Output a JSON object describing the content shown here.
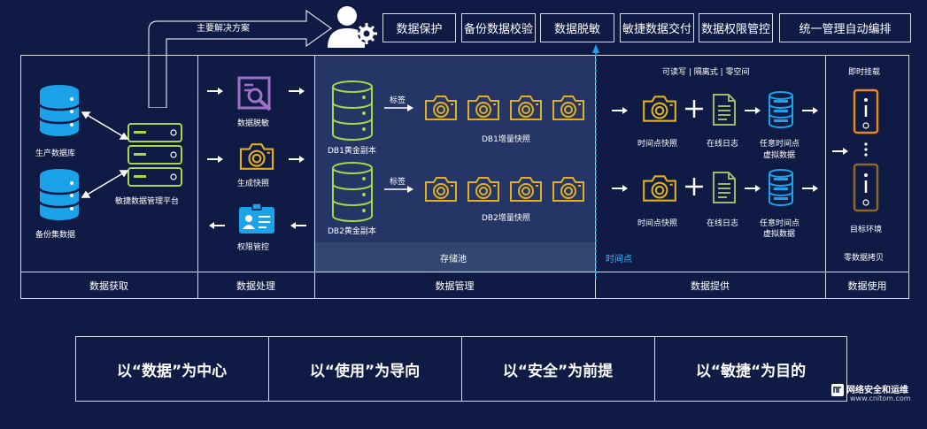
{
  "top_bar": {
    "main_solution_label": "主要解决方案",
    "tabs": [
      "数据保护",
      "备份数据校验",
      "数据脱敏",
      "敏捷数据交付",
      "数据权限管控",
      "统一管理自动编排"
    ]
  },
  "acquisition": {
    "production_db": "生产数据库",
    "backup_db": "备份集数据",
    "platform": "敏捷数据管理平台",
    "footer": "数据获取"
  },
  "processing": {
    "masking": "数据脱敏",
    "snapshot": "生成快照",
    "permission": "权限管控",
    "footer": "数据处理"
  },
  "management": {
    "tag1": "标签",
    "tag2": "标签",
    "db1_copy": "DB1黄金副本",
    "db2_copy": "DB2黄金副本",
    "db1_snapshots": "DB1增量快照",
    "db2_snapshots": "DB2增量快照",
    "pool": "存储池",
    "timeline": "时间点",
    "footer": "数据管理"
  },
  "provision": {
    "features": "可读写 | 隔离式 | 零空间",
    "row1": {
      "snapshot": "时间点快照",
      "log": "在线日志",
      "virtual_line1": "任意时间点",
      "virtual_line2": "虚拟数据"
    },
    "row2": {
      "snapshot": "时间点快照",
      "log": "在线日志",
      "virtual_line1": "任意时间点",
      "virtual_line2": "虚拟数据"
    },
    "footer": "数据提供"
  },
  "usage": {
    "instant_mount": "即时挂载",
    "target_env": "目标环境",
    "zero_copy": "零数据拷贝",
    "footer": "数据使用"
  },
  "principles": [
    "以“数据”为中心",
    "以“使用”为导向",
    "以“安全”为前提",
    "以“敏捷“为目的"
  ],
  "watermark": {
    "name": "网络安全和运维",
    "url": "www.cnitom.com"
  },
  "colors": {
    "background": "#0f1b45",
    "db_blue": "#1aa3e8",
    "db_green": "#a8d84a",
    "camera_gold": "#e0b020",
    "orange": "#e88a1a"
  }
}
